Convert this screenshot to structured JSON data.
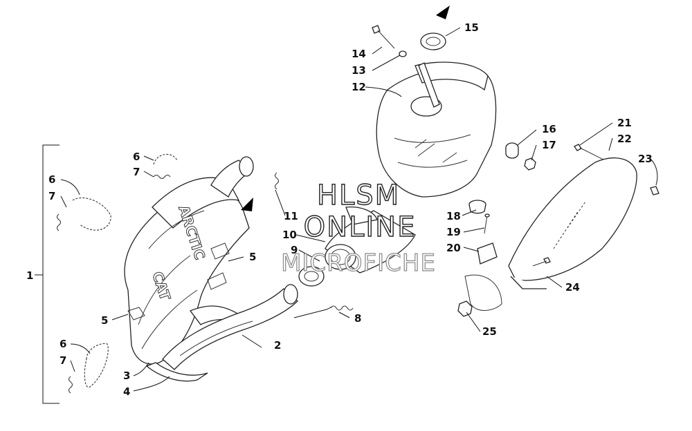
{
  "watermark": {
    "line1": "HLSM",
    "line2": "ONLINE",
    "line3": "MICROFICHE"
  },
  "muffler_logo": {
    "text1": "ARCTIC",
    "text2": "CAT"
  },
  "callouts": {
    "c1": "1",
    "c2": "2",
    "c3": "3",
    "c4": "4",
    "c5a": "5",
    "c5b": "5",
    "c6a": "6",
    "c6b": "6",
    "c6c": "6",
    "c7a": "7",
    "c7b": "7",
    "c7c": "7",
    "c8": "8",
    "c9": "9",
    "c10": "10",
    "c11": "11",
    "c12": "12",
    "c13": "13",
    "c14": "14",
    "c15": "15",
    "c16": "16",
    "c17": "17",
    "c18": "18",
    "c19": "19",
    "c20": "20",
    "c21": "21",
    "c22": "22",
    "c23": "23",
    "c24": "24",
    "c25": "25"
  }
}
